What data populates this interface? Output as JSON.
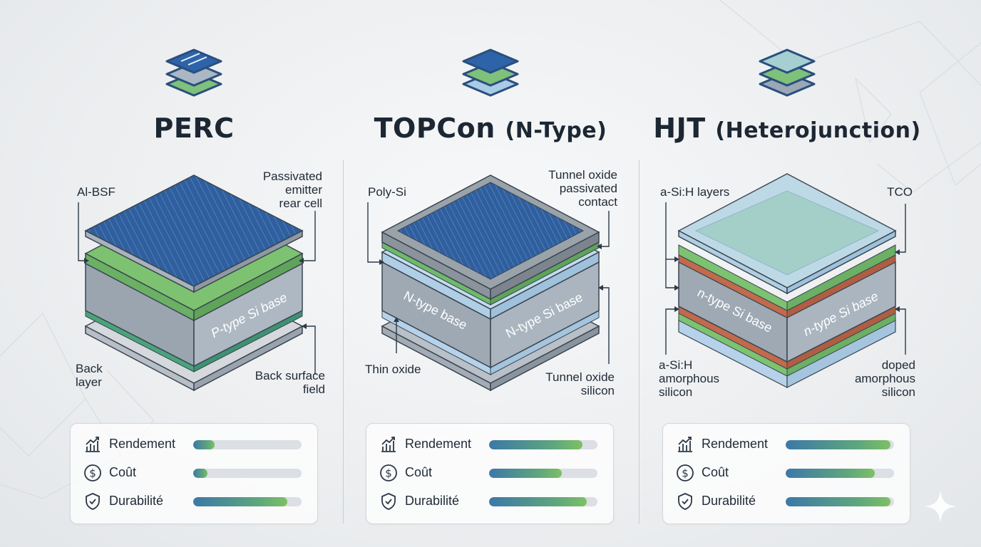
{
  "columns": [
    {
      "title": "PERC",
      "subtitle": "",
      "base_label": "P-type Si base",
      "labels": {
        "top_left": "Al-BSF",
        "top_right": "Passivated\nemitter\nrear cell",
        "bottom_left": "Back\nlayer",
        "bottom_right": "Back surface\nfield"
      },
      "metrics": [
        {
          "name": "Rendement",
          "icon": "chart-icon",
          "level": 0.2
        },
        {
          "name": "Coût",
          "icon": "dollar-icon",
          "level": 0.13
        },
        {
          "name": "Durabilité",
          "icon": "shield-check-icon",
          "level": 0.87
        }
      ]
    },
    {
      "title": "TOPCon",
      "subtitle": "(N-Type)",
      "base_label": "N-type Si base",
      "base_label_left": "N-type base",
      "labels": {
        "top_left": "Poly-Si",
        "top_right": "Tunnel oxide\npassivated\ncontact",
        "bottom_left": "Thin oxide",
        "bottom_right": "Tunnel oxide\nsilicon"
      },
      "metrics": [
        {
          "name": "Rendement",
          "icon": "chart-icon",
          "level": 0.86
        },
        {
          "name": "Coût",
          "icon": "dollar-icon",
          "level": 0.67
        },
        {
          "name": "Durabilité",
          "icon": "shield-check-icon",
          "level": 0.9
        }
      ]
    },
    {
      "title": "HJT",
      "subtitle": "(Heterojunction)",
      "base_label": "n-type Si base",
      "base_label_left": "n-type Si base",
      "labels": {
        "top_left": "a-Si:H layers",
        "top_right": "TCO",
        "bottom_left": "a-Si:H\namorphous\nsilicon",
        "bottom_right": "doped\namorphous\nsilicon"
      },
      "metrics": [
        {
          "name": "Rendement",
          "icon": "chart-icon",
          "level": 0.97
        },
        {
          "name": "Coût",
          "icon": "dollar-icon",
          "level": 0.82
        },
        {
          "name": "Durabilité",
          "icon": "shield-check-icon",
          "level": 0.97
        }
      ]
    }
  ],
  "colors": {
    "panel_blue": "#2c5fa3",
    "green_layer": "#6fba6a",
    "blue_layer": "#a9cbe6",
    "gray_layer": "#9da7b1",
    "red_layer": "#c26a4c",
    "title": "#1c2733"
  }
}
